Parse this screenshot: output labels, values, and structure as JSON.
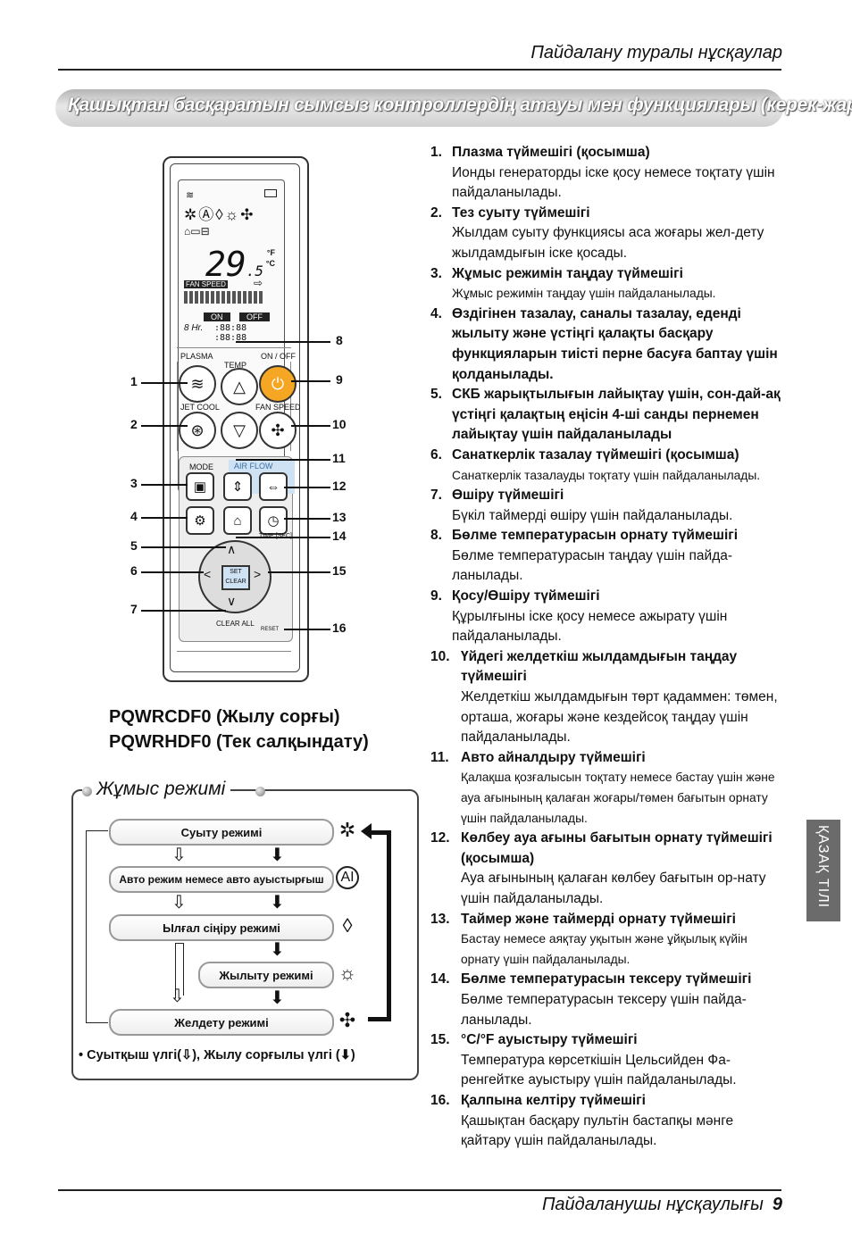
{
  "header": {
    "title": "Пайдалану туралы нұсқаулар"
  },
  "banner": {
    "title": "Қашықтан басқаратын сымсыз контроллердің атауы мен функциялары (керек-жарақ)"
  },
  "remote": {
    "labels": {
      "plasma": "PLASMA",
      "temp": "TEMP",
      "on_off": "ON / OFF",
      "jet_cool": "JET COOL",
      "fan_speed": "FAN SPEED",
      "mode": "MODE",
      "air_flow": "AIR FLOW",
      "time_sec": "TIME [SEC]",
      "set": "SET",
      "clear": "CLEAR",
      "clear_all": "CLEAR ALL",
      "reset": "RESET"
    },
    "lcd": {
      "temp": "29",
      "temp_dec": ".5",
      "unit_f": "°F",
      "unit_c": "°C",
      "fan_speed": "FAN SPEED",
      "on": "ON",
      "off": "OFF",
      "hr": "8 Hr."
    },
    "callouts": [
      "1",
      "2",
      "3",
      "4",
      "5",
      "6",
      "7",
      "8",
      "9",
      "10",
      "11",
      "12",
      "13",
      "14",
      "15",
      "16"
    ]
  },
  "models": [
    "PQWRCDF0 (Жылу сорғы)",
    "PQWRHDF0 (Тек салқындату)"
  ],
  "modes": {
    "title": "Жұмыс режимі",
    "items": [
      "Суыту режимі",
      "Авто режим немесе авто ауыстырғыш",
      "Ылғал сіңіру режимі",
      "Жылыту режимі",
      "Желдету режимі"
    ],
    "icons": [
      "snowflake-icon",
      "auto-ai-icon",
      "droplet-icon",
      "sun-icon",
      "fan-icon"
    ],
    "note": "• Суытқыш үлгі(⇩), Жылу сорғылы үлгі (⬇)"
  },
  "functions": [
    {
      "n": "1.",
      "title": "Плазма түймешігі (қосымша)",
      "desc": "Ионды генераторды іске қосу немесе тоқтату үшін пайдаланылады."
    },
    {
      "n": "2.",
      "title": "Тез суыту түймешігі",
      "desc": "Жылдам суыту функциясы аса жоғары жел-дету жылдамдығын іске қосады."
    },
    {
      "n": "3.",
      "title": "Жұмыс режимін таңдау түймешігі",
      "desc": "Жұмыс режимін таңдау үшін пайдаланылады."
    },
    {
      "n": "4.",
      "title": "Өздігінен тазалау, саналы тазалау, еденді жылыту және үстіңгі қалақты басқару функцияларын тиісті перне басуға баптау үшін қолданылады.",
      "desc": ""
    },
    {
      "n": "5.",
      "title": "СКБ жарықтылығын лайықтау үшін, сон-дай-ақ үстіңгі қалақтың еңісін 4-ші санды пернемен лайықтау үшін пайдаланылады",
      "desc": ""
    },
    {
      "n": "6.",
      "title": "Санаткерлік тазалау түймешігі (қосымша)",
      "desc": "Санаткерлік тазалауды тоқтату үшін пайдаланылады."
    },
    {
      "n": "7.",
      "title": "Өшіру түймешігі",
      "desc": "Бүкіл таймерді өшіру үшін пайдаланылады."
    },
    {
      "n": "8.",
      "title": "Бөлме температурасын орнату түймешігі",
      "desc": "Бөлме температурасын таңдау үшін пайда-ланылады."
    },
    {
      "n": "9.",
      "title": "Қосу/Өшіру түймешігі",
      "desc": "Құрылғыны іске қосу немесе ажырату үшін пайдаланылады."
    },
    {
      "n": "10.",
      "title": "Үйдегі желдеткіш жылдамдығын таңдау түймешігі",
      "desc": "Желдеткіш жылдамдығын төрт қадаммен: төмен, орташа, жоғары және кездейсоқ таңдау үшін пайдаланылады."
    },
    {
      "n": "11.",
      "title": "Авто айналдыру түймешігі",
      "desc": "Қалақша қозғалысын тоқтату немесе бастау үшін және ауа ағынының қалаған жоғары/төмен бағытын орнату үшін пайдаланылады."
    },
    {
      "n": "12.",
      "title": "Көлбеу ауа ағыны бағытын орнату түймешігі (қосымша)",
      "desc": "Ауа ағынының қалаған көлбеу бағытын ор-нату үшін пайдаланылады."
    },
    {
      "n": "13.",
      "title": "Таймер және таймерді орнату түймешігі",
      "desc": "Бастау немесе аяқтау уқытын және ұйқылық күйін орнату үшін пайдаланылады."
    },
    {
      "n": "14.",
      "title": "Бөлме температурасын тексеру түймешігі",
      "desc": "Бөлме температурасын тексеру үшін пайда-ланылады."
    },
    {
      "n": "15.",
      "title": "°C/°F ауыстыру түймешігі",
      "desc": "Температура көрсеткішін Цельсийден Фа-ренгейтке ауыстыру үшін пайдаланылады."
    },
    {
      "n": "16.",
      "title": "Қалпына келтіру түймешігі",
      "desc": "Қашықтан басқару пультін бастапқы мәнге қайтару үшін пайдаланылады."
    }
  ],
  "side_tab": {
    "label": "ҚАЗАҚ ТІЛІ"
  },
  "footer": {
    "text": "Пайдаланушы нұсқаулығы",
    "page": "9"
  },
  "colors": {
    "on_button": "#f5a623",
    "air_flow_panel": "#cfe2f3",
    "side_tab": "#6b6b6b"
  }
}
